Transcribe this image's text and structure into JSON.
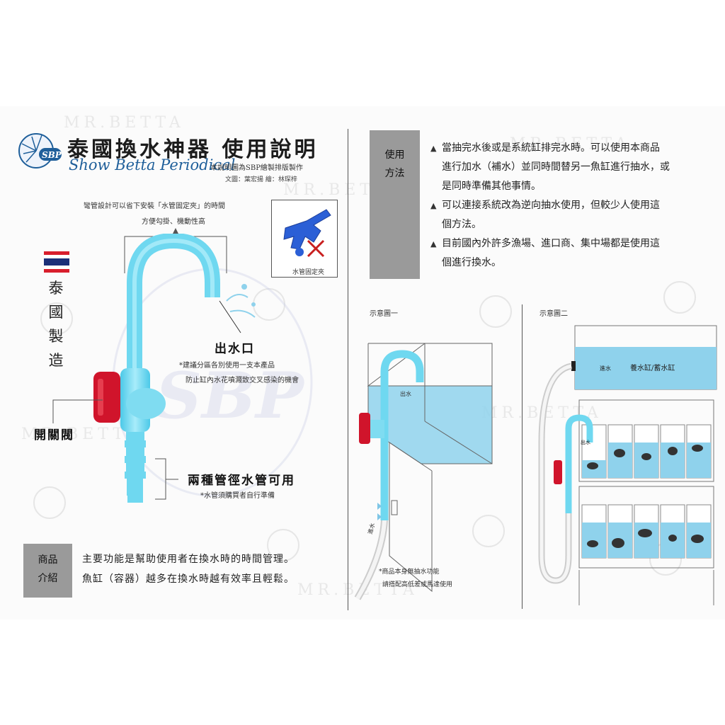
{
  "header": {
    "title": "泰國換水神器  使用說明",
    "brand": "Show Betta Periodical",
    "note": "本說明圖為SBP繪製排版製作",
    "credit": "文圖：葉宏揚    繪：林琛梓",
    "logo_text": "SBP"
  },
  "origin": {
    "text": "泰國製造",
    "chars": [
      "泰",
      "國",
      "製",
      "造"
    ]
  },
  "callouts": {
    "bend_line1": "彎管設計可以省下安裝「水管固定夾」的時間",
    "bend_line2": "方便勾掛、機動性高",
    "clip_label": "水管固定夾",
    "outlet_title": "出水口",
    "outlet_note1": "*建議分區各別使用一支本產品",
    "outlet_note2": "防止缸內水花噴濺致交叉感染的機會",
    "valve_label": "開關閥",
    "hose_title": "兩種管徑水管可用",
    "hose_note": "*水管須購買者自行準備"
  },
  "intro": {
    "label_line1": "商品",
    "label_line2": "介紹",
    "line1": "主要功能是幫助使用者在換水時的時間管理。",
    "line2": "魚缸（容器）越多在換水時越有效率且輕鬆。"
  },
  "usage": {
    "label_line1": "使用",
    "label_line2": "方法",
    "lines": [
      "當抽完水後或是系統缸排完水時。可以使用本商品",
      "進行加水（補水）並同時間替另一魚缸進行抽水，或",
      "是同時準備其他事情。",
      "可以連接系統改為逆向抽水使用，但較少人使用這",
      "個方法。",
      "目前國內外許多漁場、進口商、集中場都是使用這",
      "個進行換水。"
    ]
  },
  "diagram1": {
    "title": "示意圖一",
    "outlet": "出水",
    "inlet": "進水",
    "note1": "*商品本身無抽水功能",
    "note2": "請搭配高低差或馬達使用"
  },
  "diagram2": {
    "title": "示意圖二",
    "inlet": "進水",
    "tank_label": "養水缸/蓄水缸",
    "outlet": "出水"
  },
  "watermark": "MR.BETTA",
  "colors": {
    "pipe": "#6fd8f0",
    "valve": "#d0142b",
    "water": "#8fd2ec",
    "gray_box": "#9a9a9a",
    "brand_blue": "#1f5f9a"
  }
}
